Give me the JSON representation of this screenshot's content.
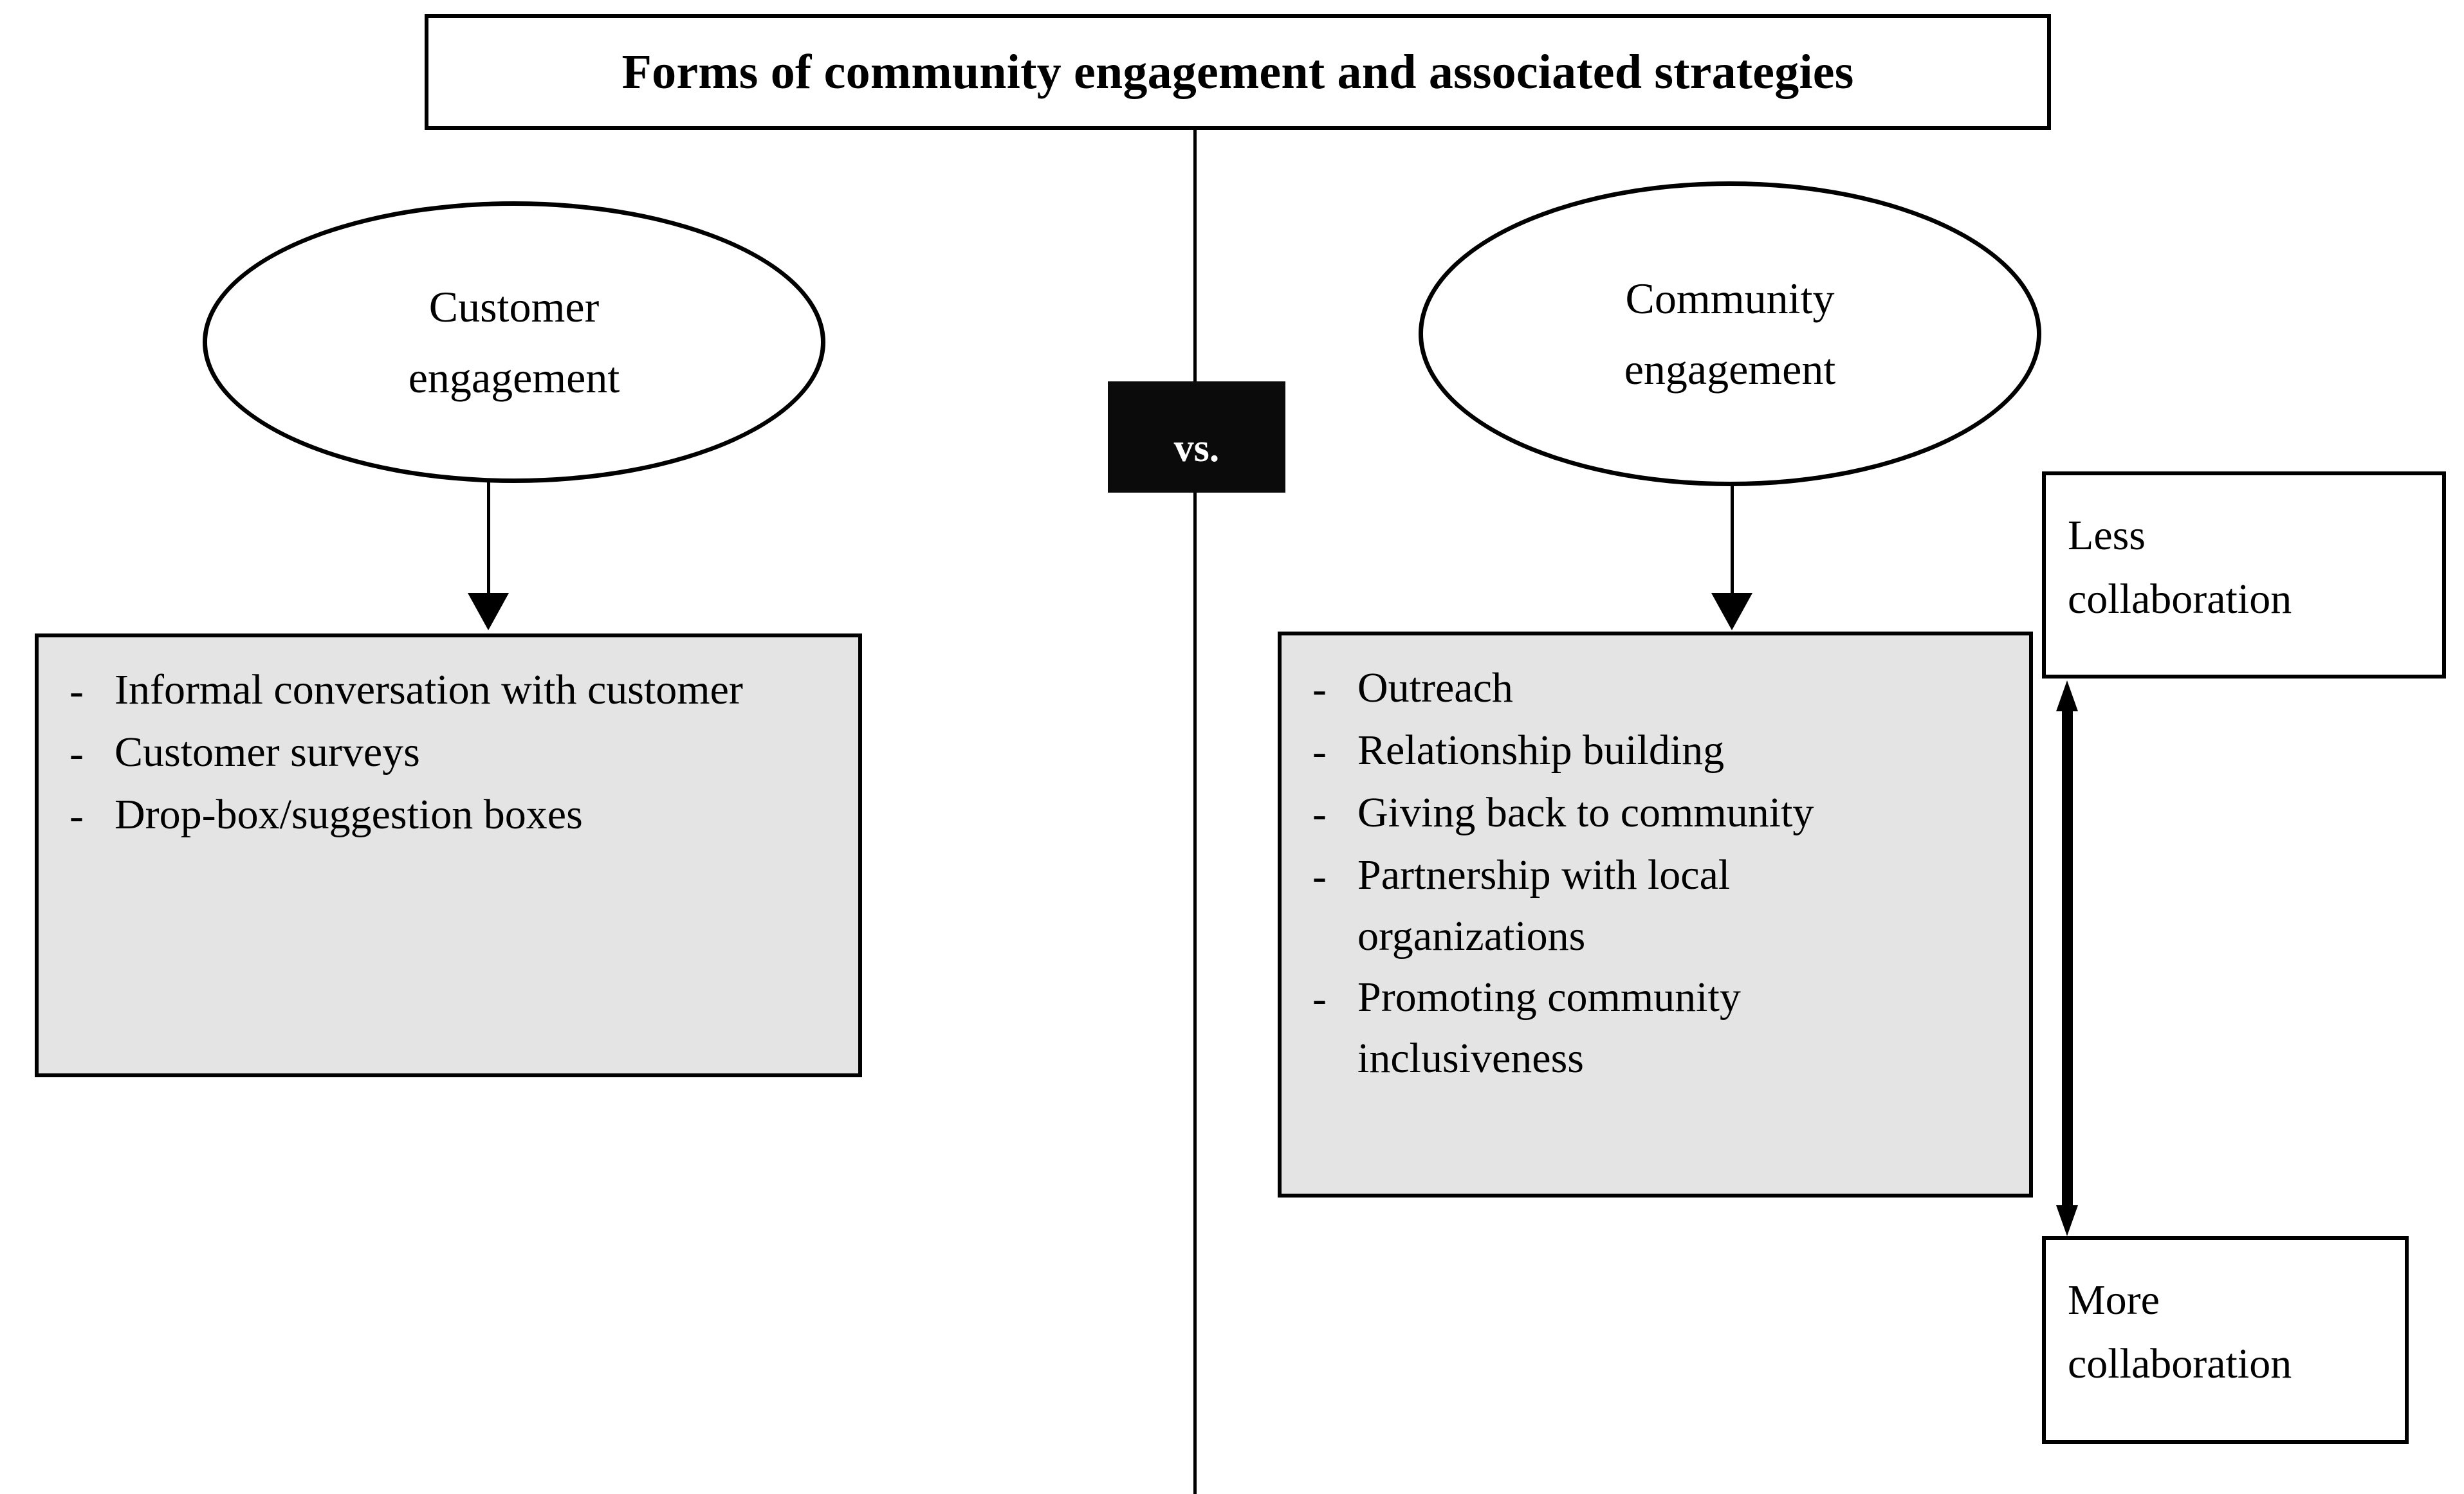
{
  "title": {
    "text": "Forms of community engagement and associated strategies"
  },
  "divider": {
    "label": "vs."
  },
  "nodes": {
    "left": {
      "label_line1": "Customer",
      "label_line2": "engagement"
    },
    "right": {
      "label_line1": "Community",
      "label_line2": "engagement"
    }
  },
  "strategies": {
    "left": {
      "bullet": "-",
      "items": [
        "Informal conversation with customer",
        "Customer surveys",
        "Drop-box/suggestion boxes"
      ]
    },
    "right": {
      "bullet": "-",
      "items": [
        "Outreach",
        "Relationship building",
        "Giving back to community",
        "Partnership with local organizations",
        "Promoting community inclusiveness"
      ]
    }
  },
  "scale": {
    "top": {
      "line1": "Less",
      "line2": "collaboration"
    },
    "bottom": {
      "line1": "More",
      "line2": "collaboration"
    }
  },
  "colors": {
    "ink": "#000000",
    "panel_fill": "#e4e4e4",
    "badge_fill": "#0b0b0b",
    "badge_text": "#ffffff",
    "page": "#ffffff"
  }
}
